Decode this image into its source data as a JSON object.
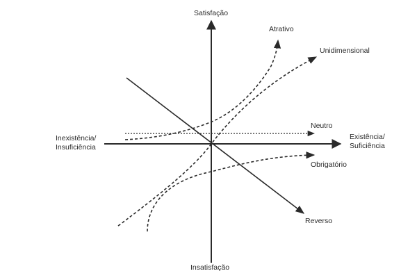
{
  "axes": {
    "y_top": "Satisfação",
    "y_bottom": "Insatisfação",
    "x_right_line1": "Existência/",
    "x_right_line2": "Suficiência",
    "x_left_line1": "Inexistência/",
    "x_left_line2": "Insuficiência"
  },
  "curves": {
    "attractive": "Atrativo",
    "one_dimensional": "Unidimensional",
    "neutral": "Neutro",
    "must_be": "Obrigatório",
    "reverse": "Reverso"
  },
  "colors": {
    "line": "#2a2a2a",
    "background": "#ffffff"
  }
}
